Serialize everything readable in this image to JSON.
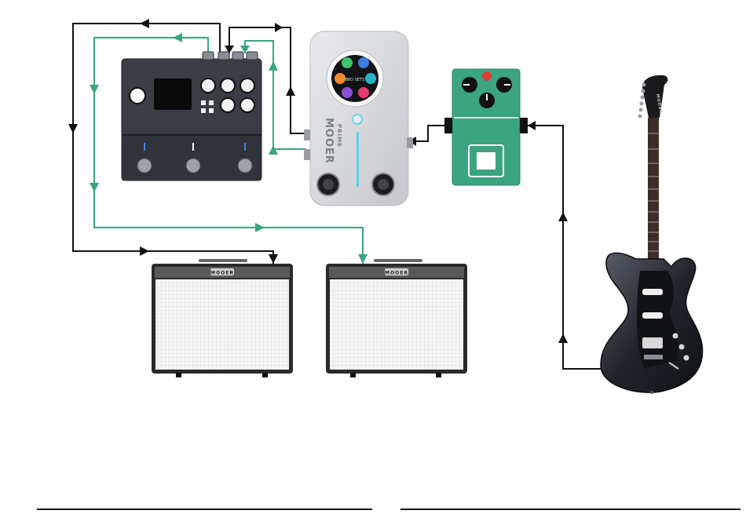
{
  "colors": {
    "black_wire": "#111111",
    "green_wire": "#3aa57f",
    "multi_fx_body": "#3a3d44",
    "multi_fx_dark": "#1d1f23",
    "prime_body": "#d7d9dd",
    "prime_accent": "#5fd0e0",
    "stomp_body": "#3aa57f",
    "stomp_knob": "#111111",
    "stomp_led": "#e23b34",
    "amp_body": "#2a2a2a",
    "amp_grille": "#f6f6f6",
    "guitar_body": "#2c2f37",
    "guitar_neck": "#3c2c24",
    "page_bg": "#ffffff"
  },
  "brand": {
    "amp_left": "MOOER",
    "amp_right": "MOOER",
    "pedal_vertical": "MOOER",
    "pedal_model": "PRIME",
    "guitar_headstock": "MOOER"
  },
  "icons": {
    "prime_screen": [
      "tuner-icon",
      "bluetooth-icon",
      "amp-icon",
      "drum-icon",
      "effect-icon",
      "preset-icon"
    ],
    "prime_center_label": "BKO SETS"
  }
}
